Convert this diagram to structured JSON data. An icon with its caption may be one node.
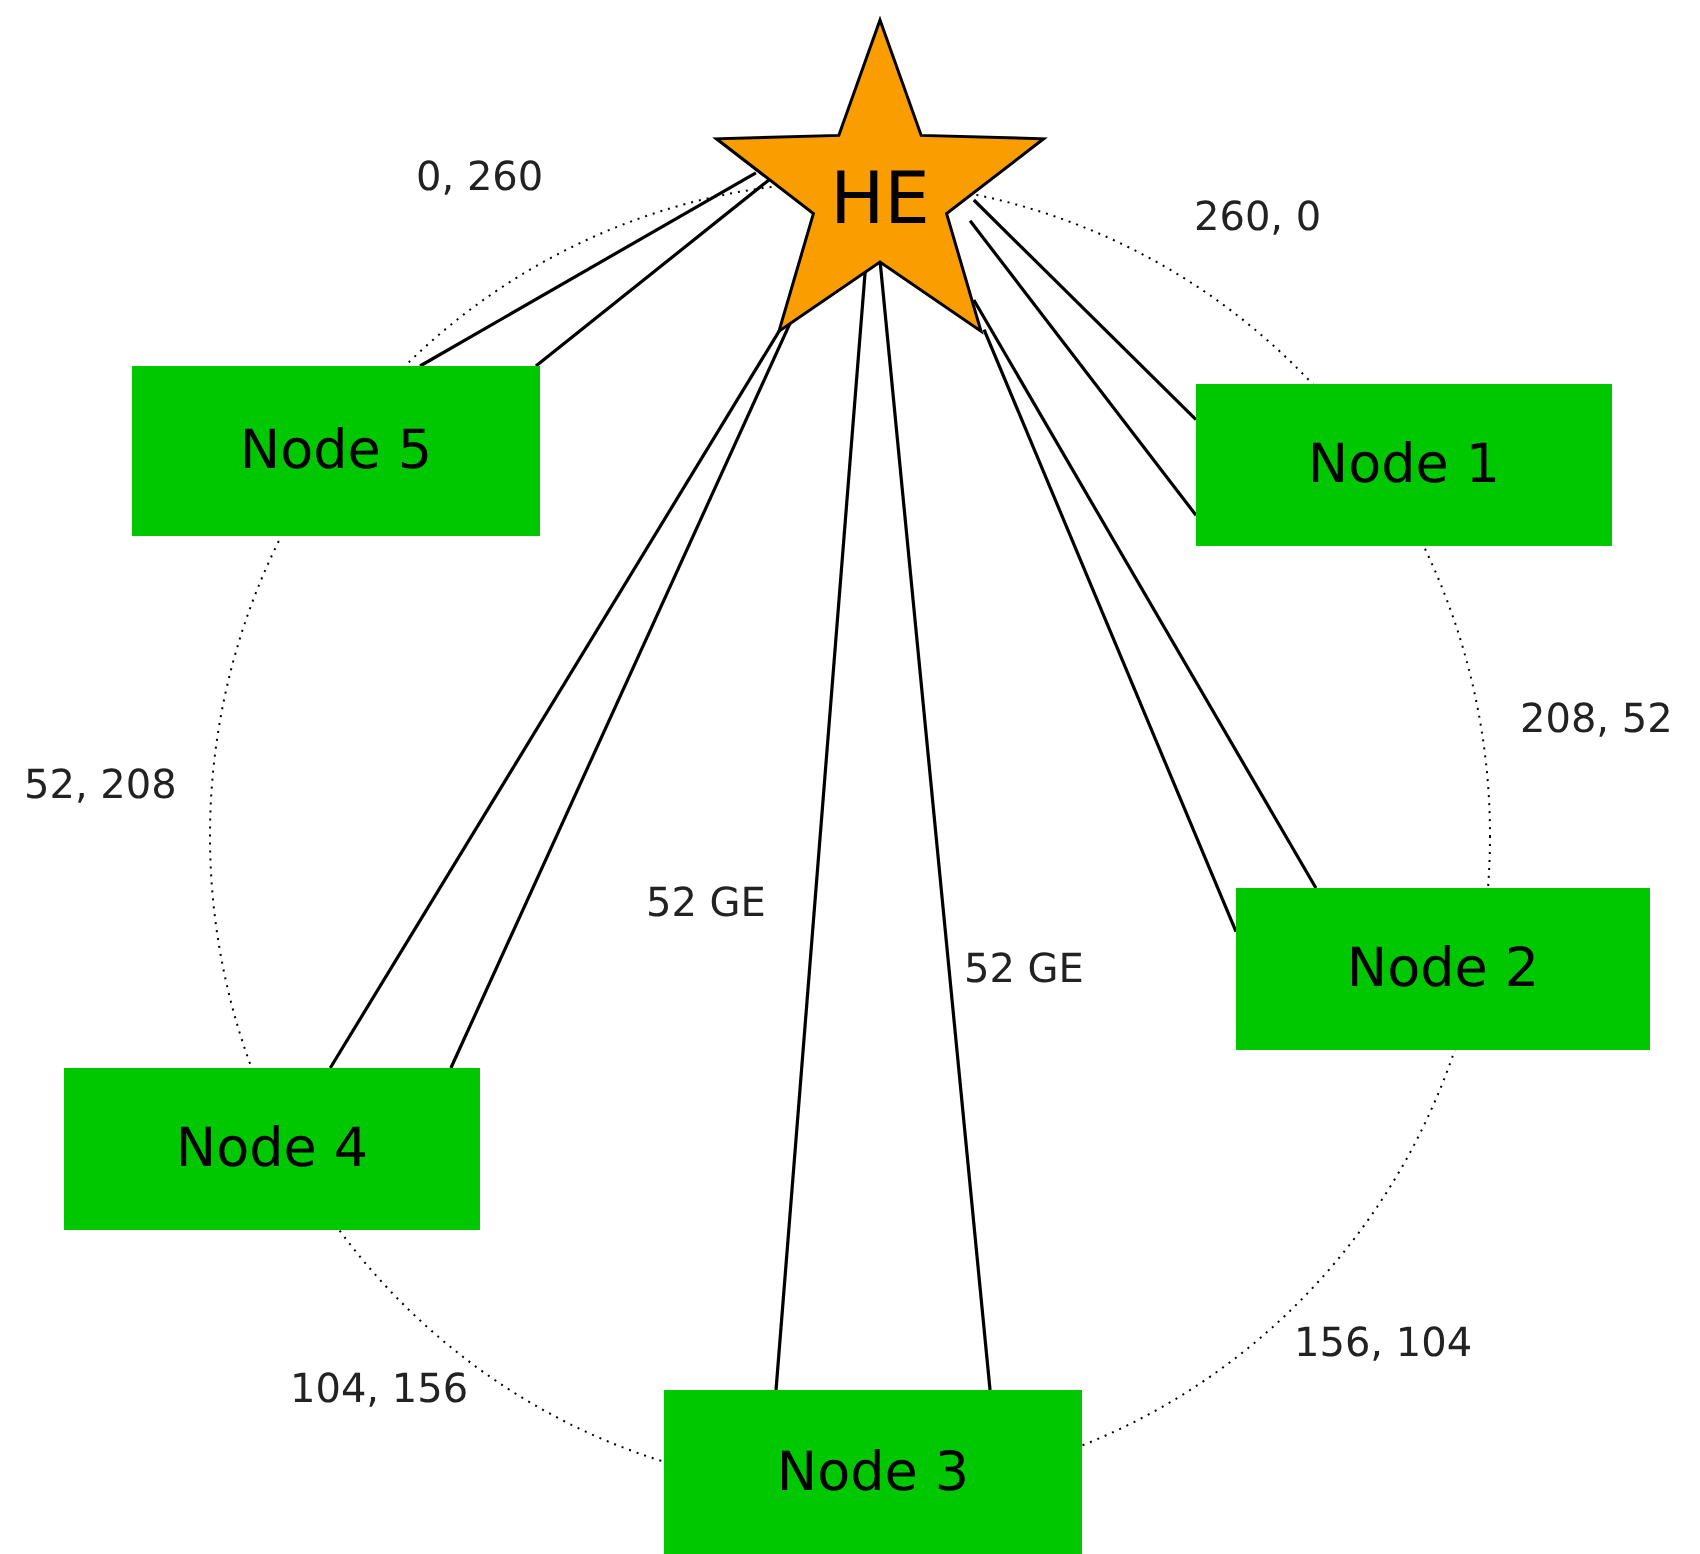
{
  "diagram": {
    "nodes": [
      {
        "text": [
          "HE"
        ]
      },
      {
        "text": [
          "Node 1"
        ]
      },
      {
        "text": [
          "Node 2"
        ]
      },
      {
        "text": [
          "Node 3"
        ]
      },
      {
        "text": [
          "Node 4"
        ]
      },
      {
        "text": [
          "Node 5"
        ]
      }
    ],
    "edges": [
      {
        "from": 0,
        "to": 5,
        "arrow": "none"
      },
      {
        "from": 0,
        "to": 5,
        "arrow": "none"
      },
      {
        "from": 0,
        "to": 1,
        "arrow": "none"
      },
      {
        "from": 0,
        "to": 1,
        "arrow": "none"
      },
      {
        "from": 0,
        "to": 2,
        "arrow": "none"
      },
      {
        "from": 0,
        "to": 2,
        "arrow": "none"
      },
      {
        "from": 0,
        "to": 3,
        "arrow": "none",
        "label": "52 GE"
      },
      {
        "from": 0,
        "to": 3,
        "arrow": "none",
        "label": "52 GE"
      },
      {
        "from": 0,
        "to": 4,
        "arrow": "none"
      },
      {
        "from": 0,
        "to": 4,
        "arrow": "none"
      }
    ],
    "labels": [
      "0, 260",
      "260, 0",
      "208, 52",
      "52, 208",
      "156, 104",
      "104, 156"
    ]
  }
}
